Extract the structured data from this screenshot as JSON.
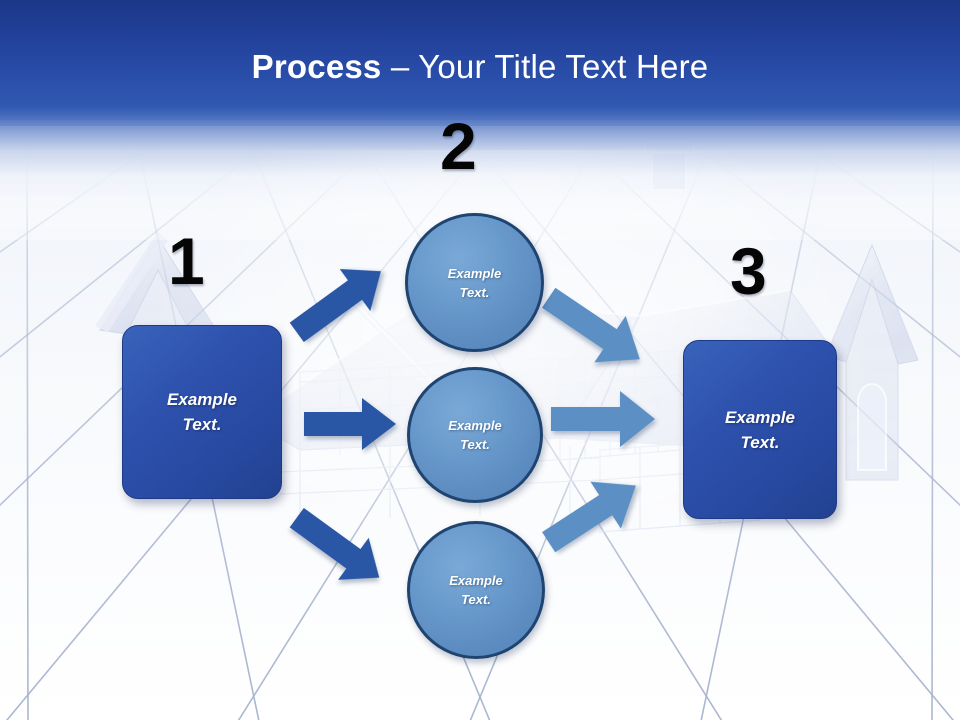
{
  "slide": {
    "title_strong": "Process",
    "title_rest": " – Your Title Text Here",
    "title_full": "Process – Your Title Text Here"
  },
  "theme": {
    "sky_top": "#1b3788",
    "sky_bottom": "#4f74c2",
    "floor": "#f7f9fc",
    "grid_line": "#b9c2d8",
    "box_fill": "#2d51ad",
    "box_border": "#1e3a86",
    "circle_fill": "#5d8cc1",
    "circle_border": "#1f4470",
    "arrow_dark": "#2b56a6",
    "arrow_light": "#5b8fc4",
    "number_color": "#050505",
    "title_color": "#ffffff"
  },
  "steps": {
    "numbers": [
      {
        "label": "1",
        "name": "step-number-1"
      },
      {
        "label": "2",
        "name": "step-number-2"
      },
      {
        "label": "3",
        "name": "step-number-3"
      }
    ]
  },
  "nodes": {
    "left_box": {
      "label": "Example\nText.",
      "line1": "Example",
      "line2": "Text."
    },
    "right_box": {
      "label": "Example\nText.",
      "line1": "Example",
      "line2": "Text."
    },
    "circle_top": {
      "line1": "Example",
      "line2": "Text."
    },
    "circle_middle": {
      "line1": "Example",
      "line2": "Text."
    },
    "circle_bottom": {
      "line1": "Example",
      "line2": "Text."
    }
  },
  "arrows": [
    {
      "name": "arrow-left-to-circle-top",
      "direction": "up-right",
      "color": "#2b56a6"
    },
    {
      "name": "arrow-left-to-circle-middle",
      "direction": "right",
      "color": "#2b56a6"
    },
    {
      "name": "arrow-left-to-circle-bottom",
      "direction": "down-right",
      "color": "#2b56a6"
    },
    {
      "name": "arrow-circle-top-to-right",
      "direction": "down-right",
      "color": "#5b8fc4"
    },
    {
      "name": "arrow-circle-middle-to-right",
      "direction": "right",
      "color": "#5b8fc4"
    },
    {
      "name": "arrow-circle-bottom-to-right",
      "direction": "up-right",
      "color": "#5b8fc4"
    }
  ]
}
